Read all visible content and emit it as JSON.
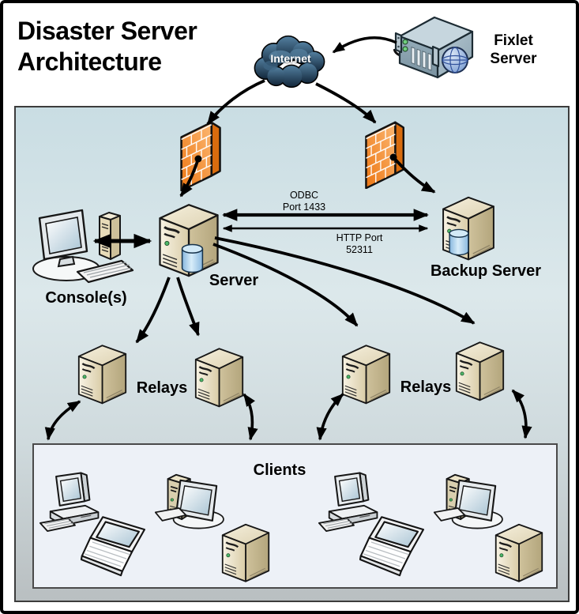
{
  "header": {
    "title_line1": "Disaster Server",
    "title_line2": "Architecture"
  },
  "nodes": {
    "internet": {
      "label": "Internet"
    },
    "fixlet_server": {
      "label_line1": "Fixlet",
      "label_line2": "Server"
    },
    "consoles": {
      "label": "Console(s)"
    },
    "server": {
      "label": "Server"
    },
    "backup_server": {
      "label": "Backup Server"
    },
    "relays_left": {
      "label": "Relays"
    },
    "relays_right": {
      "label": "Relays"
    },
    "clients": {
      "label": "Clients"
    }
  },
  "connections": {
    "odbc": {
      "line1": "ODBC",
      "line2": "Port 1433"
    },
    "http": {
      "line1": "HTTP Port",
      "line2": "52311"
    }
  },
  "colors": {
    "firewall_orange": "#f08119",
    "cloud_navy": "#1d3850",
    "tower_beige": "#e9dfc3",
    "database_blue": "#a8cdeb",
    "panel_top_blue": "#c9dde3",
    "panel_bottom_gray": "#b9bfc1",
    "clients_box_fill": "#edf1f7",
    "arrow_black": "#000000"
  }
}
